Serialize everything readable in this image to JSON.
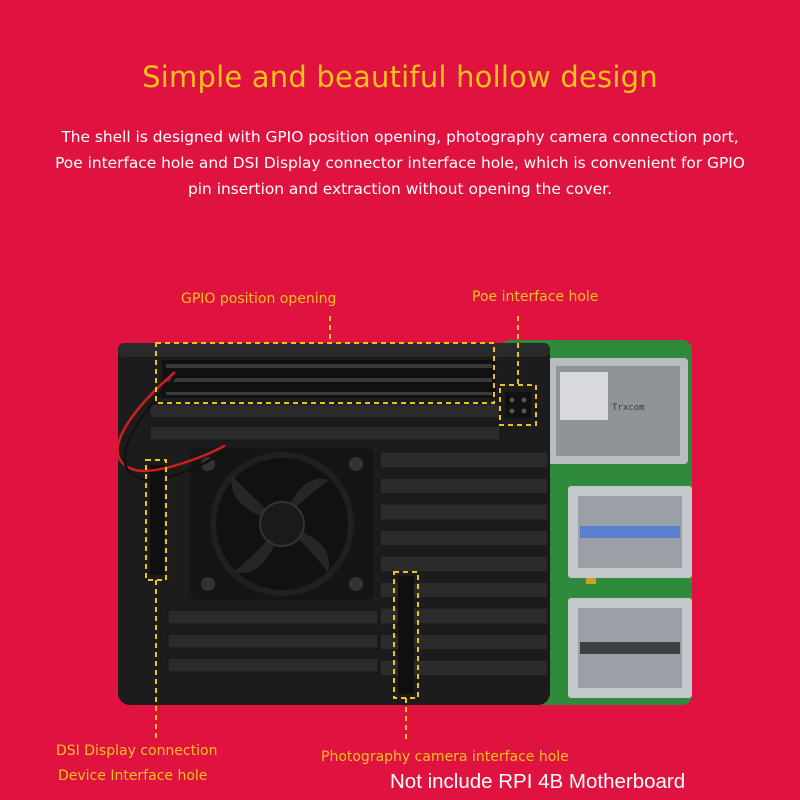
{
  "headline": "Simple and beautiful hollow design",
  "description": {
    "line1": "The shell is designed with GPIO position opening, photography camera connection port,",
    "line2": "Poe interface hole and DSI Display connector interface hole, which is convenient for GPIO",
    "line3": "pin insertion and extraction without opening the cover."
  },
  "callouts": {
    "gpio": "GPIO position opening",
    "poe": "Poe interface hole",
    "dsi_line1": "DSI Display connection",
    "dsi_line2": "Device Interface hole",
    "camera": "Photography camera interface hole"
  },
  "bottom_note": "Not include RPI 4B Motherboard",
  "colors": {
    "background": "#e0123f",
    "headline": "#f2c21b",
    "callout": "#f2c21b",
    "description": "#ffffff",
    "case": "#1c1c1c",
    "board": "#2f8a3b"
  }
}
